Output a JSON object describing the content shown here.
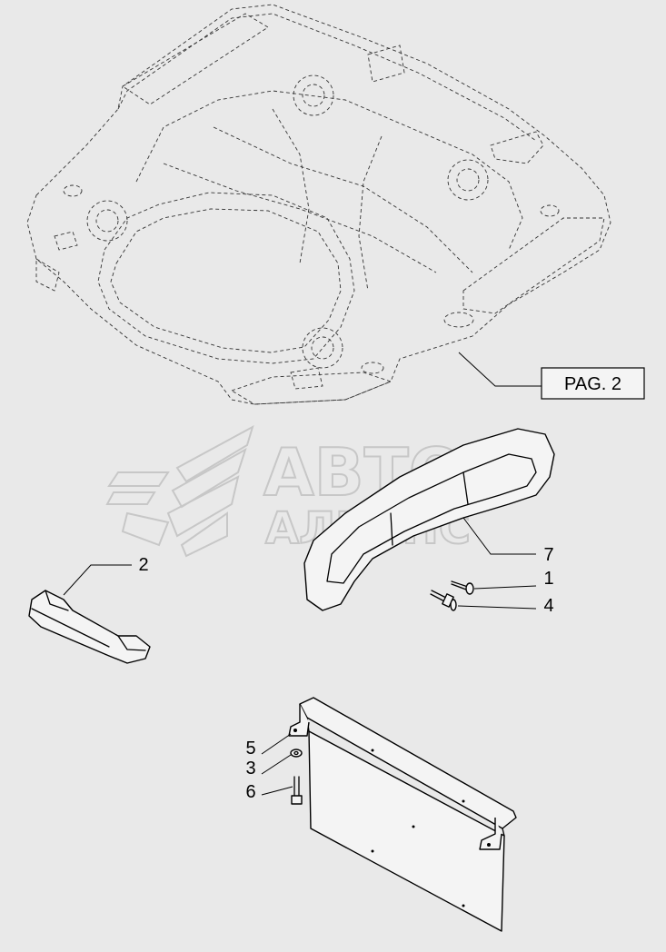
{
  "watermark": {
    "line1": "АВТО",
    "line2": "АЛЬЯНС"
  },
  "reference_box": {
    "label": "PAG. 2"
  },
  "callouts": [
    {
      "id": "2",
      "label": "2"
    },
    {
      "id": "7",
      "label": "7"
    },
    {
      "id": "1",
      "label": "1"
    },
    {
      "id": "4",
      "label": "4"
    },
    {
      "id": "5",
      "label": "5"
    },
    {
      "id": "3",
      "label": "3"
    },
    {
      "id": "6",
      "label": "6"
    }
  ]
}
